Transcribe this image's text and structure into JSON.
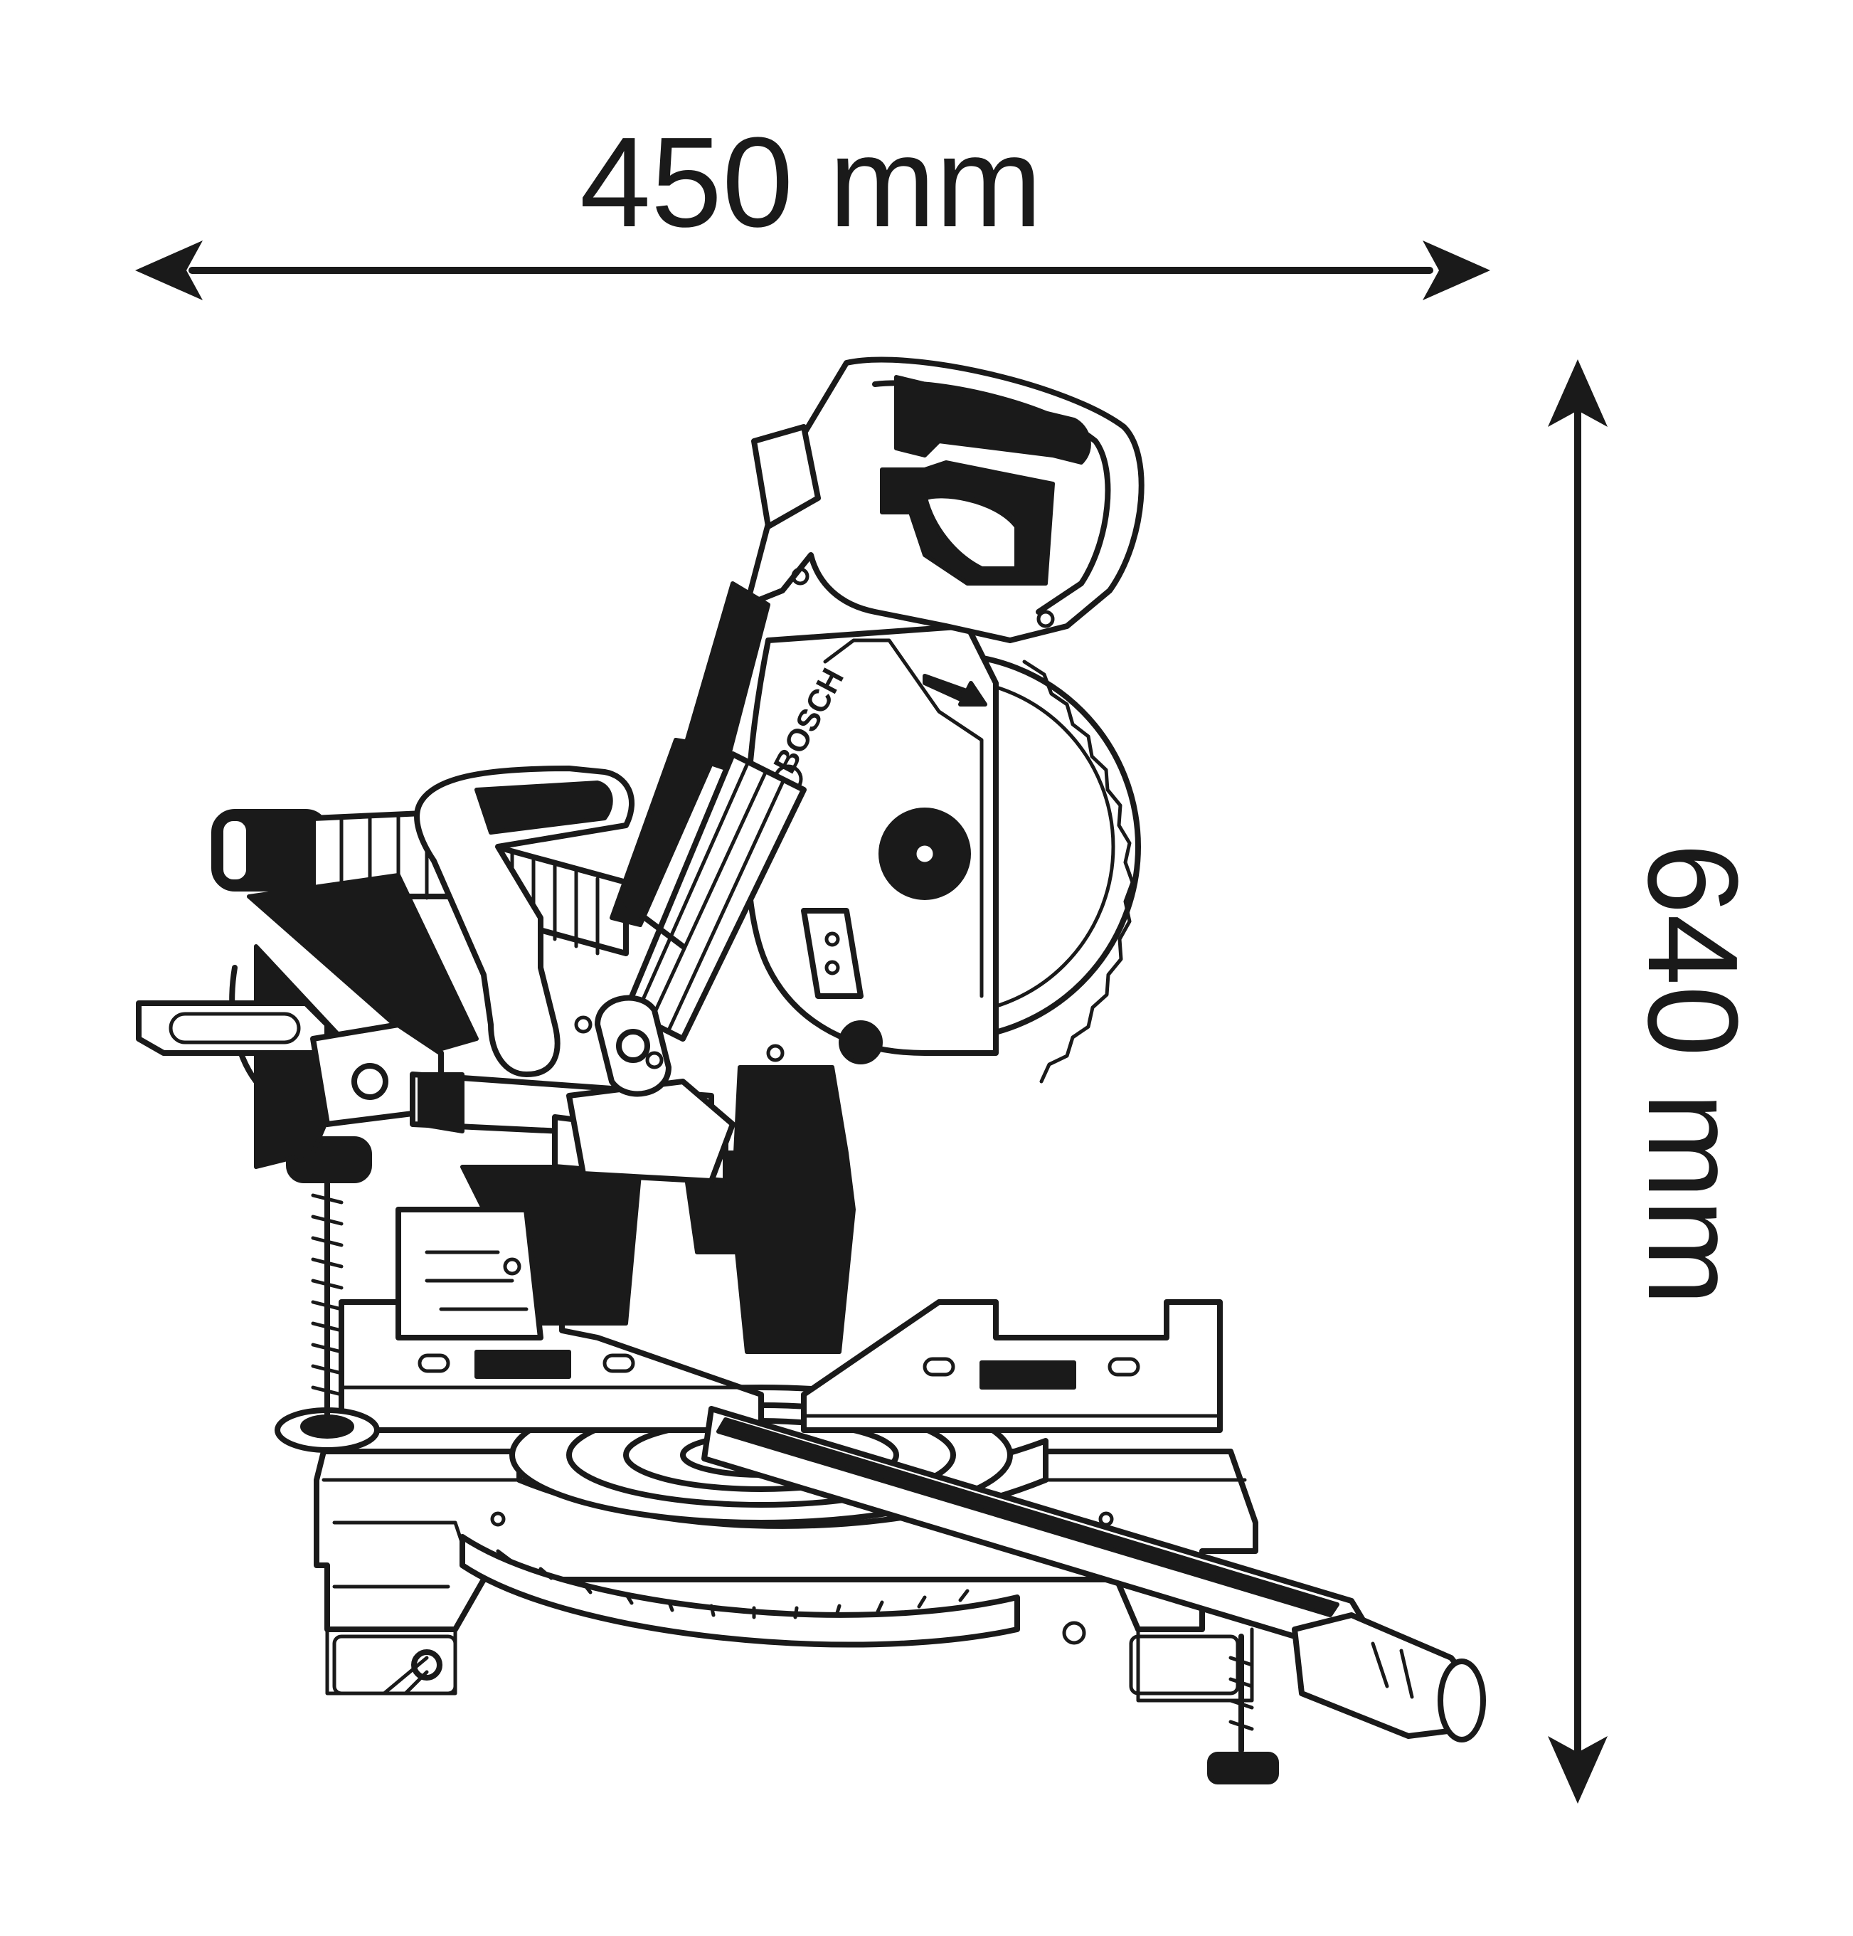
{
  "dimensions": {
    "width_label": "450 mm",
    "height_label": "640 mm"
  },
  "product": {
    "brand_label": "BOSCH",
    "illustration": "sliding-mitre-saw-line-drawing"
  },
  "colors": {
    "ink": "#1a1a1a",
    "background": "#ffffff"
  }
}
